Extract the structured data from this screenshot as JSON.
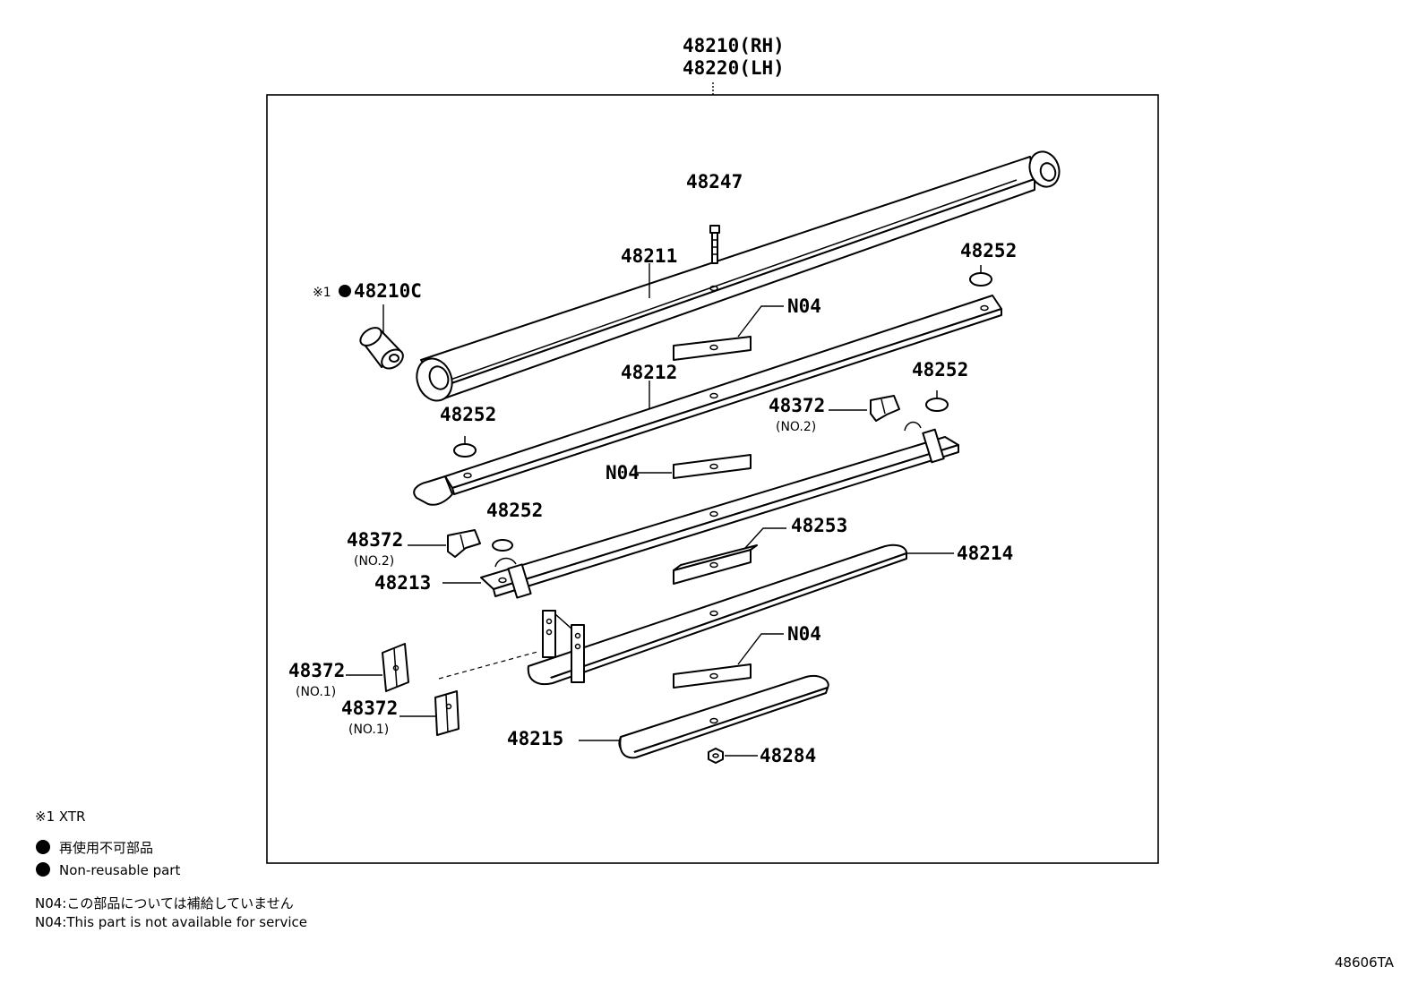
{
  "assembly": {
    "label_rh": "48210(RH)",
    "label_lh": "48220(LH)"
  },
  "callouts": {
    "p48247": "48247",
    "p48211": "48211",
    "p48252_a": "48252",
    "p48210c_mark": "※1",
    "p48210c": "48210C",
    "n04_a": "N04",
    "p48212": "48212",
    "p48252_b": "48252",
    "p48372_a": "48372",
    "p48372_a_sub": "(NO.2)",
    "p48252_c": "48252",
    "n04_b": "N04",
    "p48252_d": "48252",
    "p48372_b": "48372",
    "p48372_b_sub": "(NO.2)",
    "p48253": "48253",
    "p48213": "48213",
    "p48214": "48214",
    "n04_c": "N04",
    "p48372_c": "48372",
    "p48372_c_sub": "(NO.1)",
    "p48372_d": "48372",
    "p48372_d_sub": "(NO.1)",
    "p48215": "48215",
    "p48284": "48284"
  },
  "legend": {
    "mark_note": "※1  XTR",
    "non_reusable_jp": "再使用不可部品",
    "non_reusable_en": "Non-reusable part",
    "n04_jp": "N04:この部品については補給していません",
    "n04_en": "N04:This part is not available for service"
  },
  "figure_code": "48606TA"
}
